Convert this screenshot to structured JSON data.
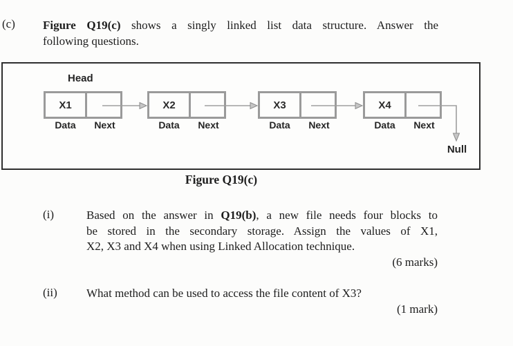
{
  "colors": {
    "box-border": "#2e2e2e",
    "node-border": "#9a9a9a",
    "arrow": "#9e9e9e"
  },
  "question_c": {
    "label": "(c)",
    "intro": {
      "line1_bold": "Figure Q19(c)",
      "line1_rest": " shows a singly linked list data structure. Answer the",
      "line2": "following questions."
    }
  },
  "diagram": {
    "head_label": "Head",
    "null_label": "Null",
    "caption": "Figure Q19(c)",
    "nodes": [
      {
        "value": "X1",
        "data_label": "Data",
        "next_label": "Next"
      },
      {
        "value": "X2",
        "data_label": "Data",
        "next_label": "Next"
      },
      {
        "value": "X3",
        "data_label": "Data",
        "next_label": "Next"
      },
      {
        "value": "X4",
        "data_label": "Data",
        "next_label": "Next"
      }
    ]
  },
  "sub_questions": [
    {
      "label": "(i)",
      "line1_pre": "Based on the answer in ",
      "line1_bold": "Q19(b)",
      "line1_post": ", a new file needs four blocks to",
      "line2": "be stored in the secondary storage. Assign the values of X1,",
      "line3": "X2, X3 and X4 when using Linked Allocation technique.",
      "marks": "(6 marks)"
    },
    {
      "label": "(ii)",
      "line1": "What method can be used to access the file content of X3?",
      "marks": "(1 mark)"
    }
  ]
}
